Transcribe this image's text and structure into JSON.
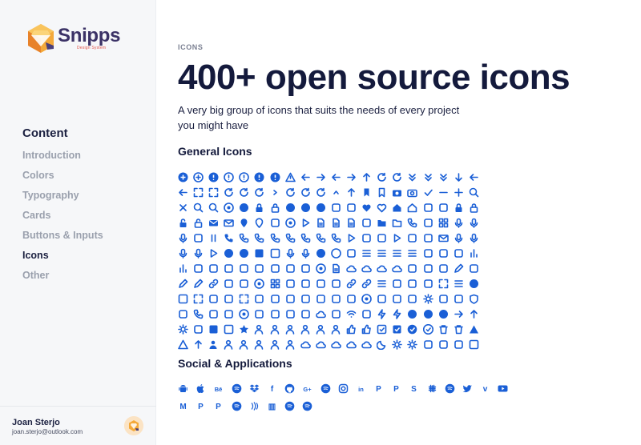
{
  "brand": {
    "name": "Snipps",
    "tagline": "Design System"
  },
  "sidebar": {
    "title": "Content",
    "items": [
      {
        "label": "Introduction",
        "active": false
      },
      {
        "label": "Colors",
        "active": false
      },
      {
        "label": "Typography",
        "active": false
      },
      {
        "label": "Cards",
        "active": false
      },
      {
        "label": "Buttons & Inputs",
        "active": false
      },
      {
        "label": "Icons",
        "active": true
      },
      {
        "label": "Other",
        "active": false
      }
    ]
  },
  "user": {
    "name": "Joan Sterjo",
    "email": "joan.sterjo@outlook.com"
  },
  "main": {
    "kicker": "ICONS",
    "title": "400+ open source icons",
    "description": "A very big group of icons that suits the needs of every project you might have",
    "general_title": "General Icons",
    "social_title": "Social & Applications"
  },
  "colors": {
    "accent": "#1a5fd6",
    "text": "#141a3c",
    "muted": "#9aa0ad",
    "sidebar_bg": "#f6f7f9"
  },
  "general_icons": [
    "plus-circle-filled-icon",
    "plus-circle-icon",
    "alert-circle-filled-icon",
    "alert-circle-icon",
    "alert-octagon-icon",
    "alert-octagon-filled-icon",
    "alert-triangle-filled-icon",
    "alert-triangle-icon",
    "arrow-corner-down-left-icon",
    "arrow-corner-down-right-icon",
    "arrow-corner-left-up-icon",
    "arrow-corner-right-down-icon",
    "arrow-corner-right-up-icon",
    "undo-icon",
    "redo-icon",
    "chevrons-down-icon",
    "chevrons-left-icon",
    "chevrons-up-icon",
    "arrow-down-icon",
    "arrow-left-icon",
    "arrow-up-left-icon",
    "maximize-icon",
    "minimize-icon",
    "refresh-icon",
    "repeat-icon",
    "shuffle-arrows-icon",
    "chevron-right-icon",
    "rotate-ccw-icon",
    "rotate-cw-icon",
    "shuffle-icon",
    "chevron-up-icon",
    "arrow-up-right-icon",
    "bookmark-icon",
    "bookmark-outline-icon",
    "camera-filled-icon",
    "camera-icon",
    "check-icon",
    "minus-icon",
    "plus-icon",
    "search-icon",
    "close-icon",
    "zoom-in-icon",
    "zoom-out-icon",
    "radio-icon",
    "circle-filled-icon",
    "clock-filled-icon",
    "clock-icon",
    "x-circle-filled-icon",
    "x-circle-icon",
    "download-circle-icon",
    "eye-icon",
    "eye-outline-icon",
    "heart-icon",
    "heart-outline-icon",
    "home-icon",
    "home-outline-icon",
    "info-filled-icon",
    "info-icon",
    "lock-filled-icon",
    "lock-icon",
    "unlock-filled-icon",
    "unlock-icon",
    "mail-filled-icon",
    "mail-icon",
    "map-pin-filled-icon",
    "map-pin-icon",
    "cast-icon",
    "compass-icon",
    "fast-forward-icon",
    "file-icon",
    "file-text-icon",
    "file-plus-icon",
    "film-icon",
    "folder-filled-icon",
    "folder-icon",
    "headphones-icon",
    "image-icon",
    "layout-icon",
    "mic-filled-icon",
    "mic-off-icon",
    "mic-icon",
    "music-icon",
    "pause-icon",
    "phone-filled-icon",
    "phone-icon",
    "phone-call-icon",
    "phone-forwarded-icon",
    "phone-incoming-icon",
    "phone-missed-icon",
    "phone-off-icon",
    "phone-outgoing-icon",
    "play-icon",
    "rewind-icon",
    "skip-back-icon",
    "skip-forward-icon",
    "stop-icon",
    "video-icon",
    "voicemail-icon",
    "volume-icon",
    "volume-1-icon",
    "volume-2-icon",
    "volume-x-icon",
    "airplay-icon",
    "minus-circle-filled-icon",
    "minus-circle-icon",
    "minus-square-filled-icon",
    "minus-square-icon",
    "bell-icon",
    "bell-outline-icon",
    "circle-icon",
    "circle-outline-icon",
    "activity-icon",
    "align-center-icon",
    "align-justify-icon",
    "align-left-icon",
    "align-right-icon",
    "anchor-icon",
    "at-sign-icon",
    "award-icon",
    "bar-chart-icon",
    "bar-chart-2-icon",
    "battery-icon",
    "battery-charging-icon",
    "bluetooth-icon",
    "book-icon",
    "book-open-icon",
    "briefcase-icon",
    "calendar-icon",
    "cast-2-icon",
    "chrome-icon",
    "clipboard-icon",
    "cloud-icon",
    "cloud-download-icon",
    "cloud-off-icon",
    "cloud-upload-icon",
    "code-icon",
    "command-icon",
    "copy-icon",
    "credit-card-icon",
    "crop-icon",
    "edit-icon",
    "edit-2-icon",
    "external-link-icon",
    "filter-icon",
    "flag-icon",
    "globe-icon",
    "grid-icon",
    "hash-icon",
    "inbox-icon",
    "layers-icon",
    "life-buoy-icon",
    "link-icon",
    "link-2-icon",
    "list-icon",
    "loader-icon",
    "log-in-icon",
    "log-out-icon",
    "maximize-2-icon",
    "menu-icon",
    "message-circle-icon",
    "message-square-icon",
    "minimize-2-icon",
    "monitor-icon",
    "more-horizontal-icon",
    "move-icon",
    "navigation-icon",
    "navigation-2-icon",
    "package-icon",
    "percent-icon",
    "pie-chart-icon",
    "power-icon",
    "printer-icon",
    "radio-2-icon",
    "save-icon",
    "scissors-icon",
    "server-icon",
    "settings-icon",
    "share-icon",
    "share-2-icon",
    "shield-icon",
    "sidebar-icon",
    "smartphone-icon",
    "tablet-icon",
    "tag-icon",
    "target-icon",
    "trending-down-icon",
    "trending-up-icon",
    "type-icon",
    "umbrella-icon",
    "upload-cloud-icon",
    "watch-icon",
    "wifi-icon",
    "wind-icon",
    "zap-icon",
    "zap-off-icon",
    "pause-circle-icon",
    "play-circle-icon",
    "stop-circle-icon",
    "arrow-right-circle-icon",
    "arrow-up-circle-icon",
    "sun-icon",
    "slash-icon",
    "square-filled-icon",
    "square-icon",
    "star-icon",
    "user-icon",
    "user-check-icon",
    "user-minus-icon",
    "user-plus-icon",
    "user-x-icon",
    "users-icon",
    "thumbs-up-icon",
    "thumbs-down-icon",
    "check-square-icon",
    "check-square-filled-icon",
    "check-circle-filled-icon",
    "check-circle-icon",
    "trash-icon",
    "trash-2-icon",
    "triangle-filled-icon",
    "triangle-icon",
    "arrow-up-circle-2-icon",
    "user-filled-icon",
    "user-check-2-icon",
    "user-minus-2-icon",
    "user-plus-2-icon",
    "user-x-2-icon",
    "users-2-icon",
    "cloud-2-icon",
    "cloud-rain-icon",
    "cloud-drizzle-icon",
    "cloud-lightning-icon",
    "cloud-snow-icon",
    "moon-icon",
    "sun-2-icon",
    "sunrise-icon",
    "thermometer-icon",
    "umbrella-2-icon",
    "wind-2-icon",
    "x-square-icon"
  ],
  "social_icons": [
    "android-icon",
    "apple-icon",
    "behance-icon",
    "dribbble-icon",
    "dropbox-icon",
    "facebook-icon",
    "github-icon",
    "google-plus-icon",
    "hangouts-icon",
    "instagram-icon",
    "linkedin-icon",
    "paypal-icon",
    "pinterest-icon",
    "skype-icon",
    "slack-icon",
    "spotify-icon",
    "twitter-icon",
    "vimeo-icon",
    "youtube-icon",
    "medium-icon",
    "producthunt-icon",
    "patreon-icon",
    "shopify-icon",
    "contactless-icon",
    "trello-icon",
    "whatsapp-icon",
    "messenger-icon"
  ]
}
